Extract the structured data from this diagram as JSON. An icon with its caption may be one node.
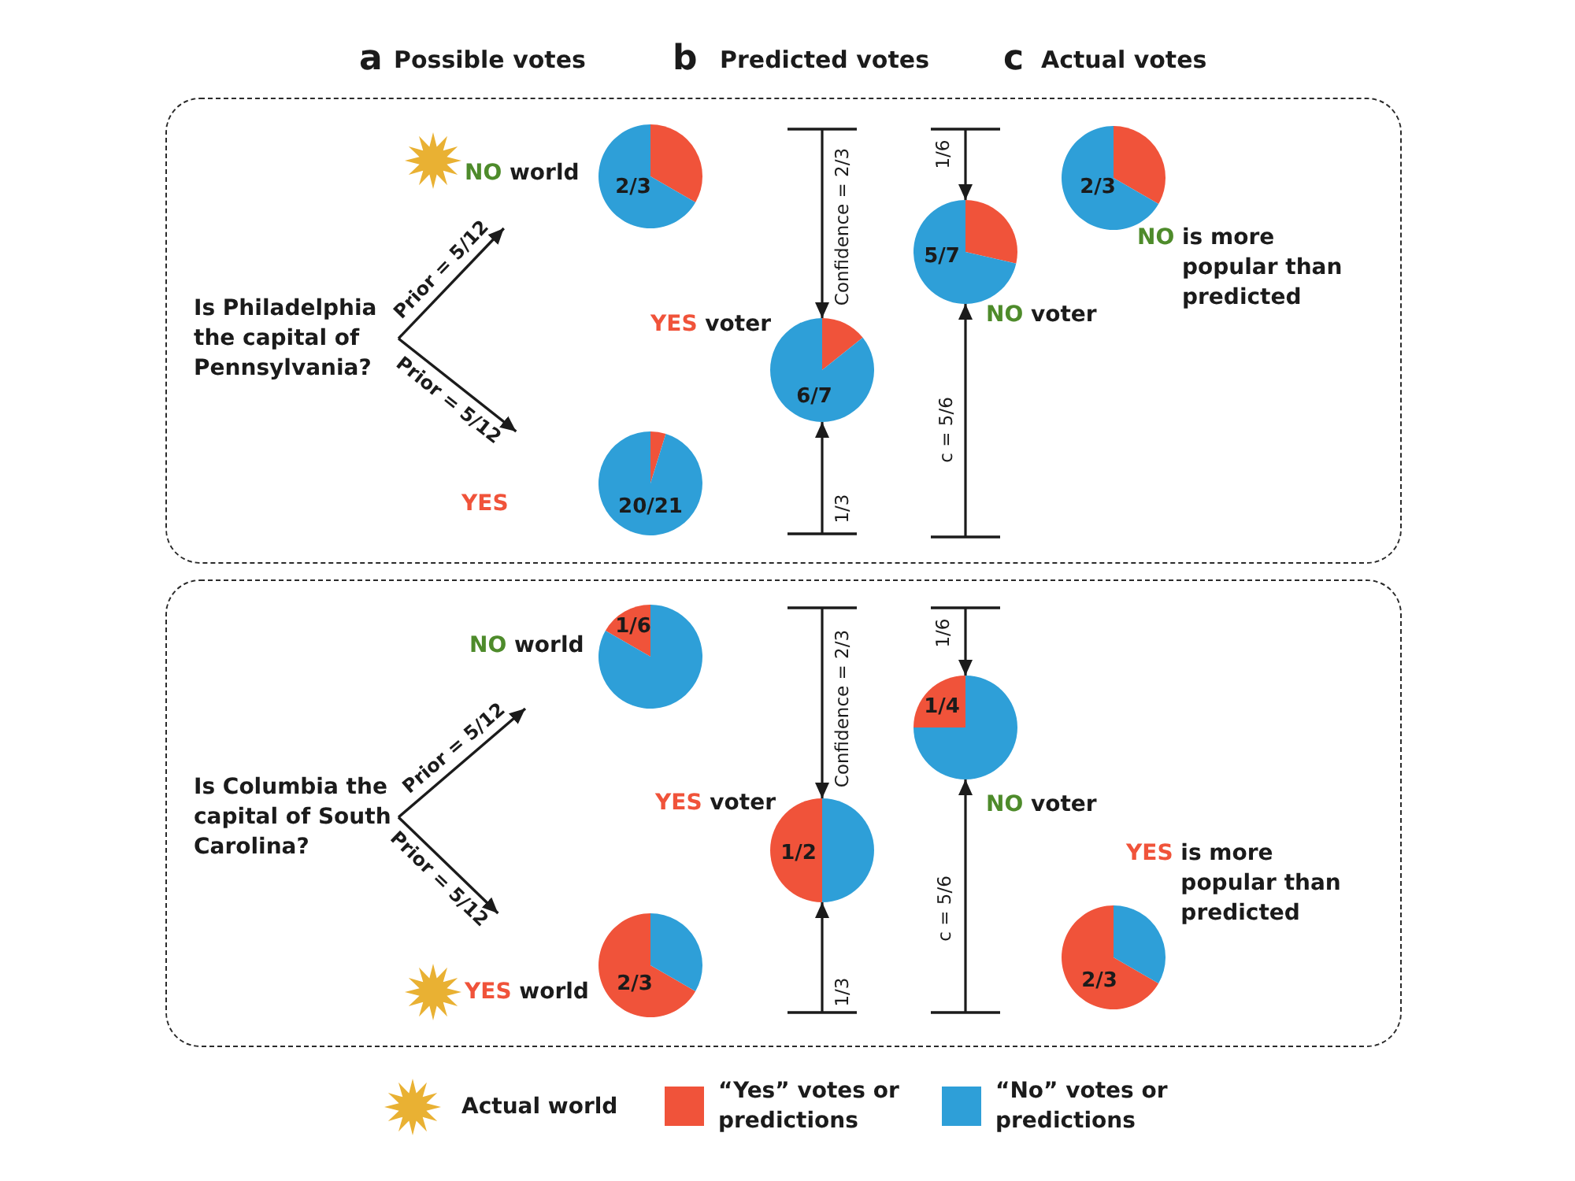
{
  "diagram": {
    "nodes": [
      {
        "text": [],
        "shape": "box"
      },
      {
        "text": [
          "Is Philadelphia the capital of Pennsylvania?"
        ],
        "in": 0
      },
      {
        "text": [
          "NO world",
          "2/3"
        ],
        "in": 0
      },
      {
        "text": [
          "YES",
          "20/21"
        ],
        "in": 0
      },
      {
        "text": [
          "YES voter",
          "6/7"
        ],
        "in": 0
      },
      {
        "text": [
          "5/7",
          "NO voter"
        ],
        "in": 0
      },
      {
        "text": [
          "2/3",
          "NO is more popular than predicted"
        ],
        "in": 0
      },
      {
        "text": [],
        "shape": "box"
      },
      {
        "text": [
          "Is Columbia the capital of South Carolina?"
        ],
        "in": 7
      },
      {
        "text": [
          "NO world",
          "1/6"
        ],
        "in": 7
      },
      {
        "text": [
          "YES world",
          "2/3"
        ],
        "in": 7
      },
      {
        "text": [
          "YES voter",
          "1/2"
        ],
        "in": 7
      },
      {
        "text": [
          "1/4",
          "NO voter"
        ],
        "in": 7
      },
      {
        "text": [
          "YES is more popular than predicted",
          "2/3"
        ],
        "in": 7
      }
    ],
    "edges": [
      {
        "from": 1,
        "to": 2,
        "arrow": "to",
        "label": "Prior = 5/12"
      },
      {
        "from": 1,
        "to": 3,
        "arrow": "to",
        "label": "Prior = 5/12"
      },
      {
        "from": 8,
        "to": 9,
        "arrow": "to",
        "label": "Prior = 5/12"
      },
      {
        "from": 8,
        "to": 10,
        "arrow": "to",
        "label": "Prior = 5/12"
      }
    ],
    "labels": [
      "a",
      "Possible votes",
      "b",
      "Predicted votes",
      "c",
      "Actual votes",
      "Confidence = 2/3",
      "1/3",
      "1/6",
      "c = 5/6",
      "Confidence = 2/3",
      "1/3",
      "1/6",
      "c = 5/6"
    ],
    "legend": [
      {
        "text": "Actual world"
      },
      {
        "text": "“Yes” votes or predictions",
        "color": "#f0533a"
      },
      {
        "text": "“No” votes or predictions",
        "color": "#2e9fd8"
      }
    ]
  }
}
